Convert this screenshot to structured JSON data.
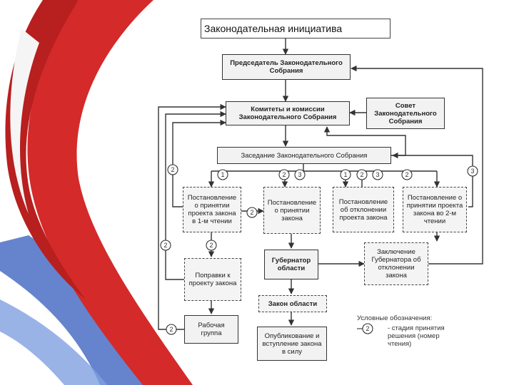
{
  "title": "Законодательная инициатива",
  "boxes": {
    "chairman": "Председатель Законодательного Собрания",
    "committees": "Комитеты и комиссии Законодательного Собрания",
    "council": "Совет Законодательного Собрания",
    "session": "Заседание Законодательного Собрания",
    "res_first_reading": "Постановление о принятии проекта закона в 1-м чтении",
    "res_adopt": "Постановление о принятии закона",
    "res_reject": "Постановление об отклонении проекта закона",
    "res_second_reading": "Постановление о принятии проекта закона во 2-м чтении",
    "amendments": "Поправки к проекту закона",
    "working_group": "Рабочая группа",
    "governor": "Губернатор области",
    "governor_conclusion": "Заключение Губернатора об отклонении закона",
    "region_law": "Закон области",
    "publication": "Опубликование и вступление закона в силу"
  },
  "markers": {
    "m_left_top": "2",
    "m_left_mid": "2",
    "m_left_bottom": "2",
    "m_s1": "1",
    "m_s2": "2",
    "m_s3": "3",
    "m_s4": "1",
    "m_s5": "2",
    "m_s6": "3",
    "m_s7": "2",
    "m_side": "2",
    "m_under": "2",
    "m_right": "3"
  },
  "legend": {
    "heading": "Условные обозначения:",
    "marker": "2",
    "description": "- стадия принятия решения (номер чтения)"
  }
}
